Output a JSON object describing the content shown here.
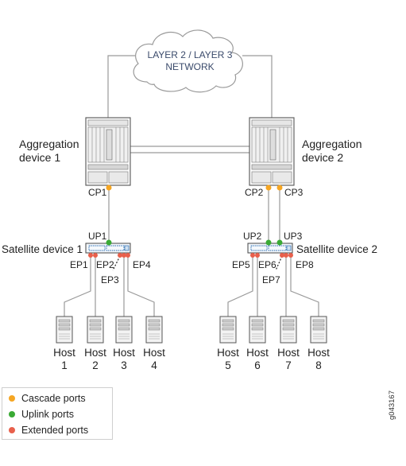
{
  "diagram": {
    "network": {
      "line1": "LAYER 2 / LAYER 3",
      "line2": "NETWORK"
    },
    "aggregation": [
      {
        "line1": "Aggregation",
        "line2": "device 1"
      },
      {
        "line1": "Aggregation",
        "line2": "device 2"
      }
    ],
    "satellites": [
      "Satellite device 1",
      "Satellite device 2"
    ],
    "port_labels": {
      "cp1": "CP1",
      "cp2": "CP2",
      "cp3": "CP3",
      "up1": "UP1",
      "up2": "UP2",
      "up3": "UP3",
      "ep1": "EP1",
      "ep2": "EP2",
      "ep3": "EP3",
      "ep4": "EP4",
      "ep5": "EP5",
      "ep6": "EP6",
      "ep7": "EP7",
      "ep8": "EP8"
    },
    "hosts": [
      {
        "label": "Host",
        "num": "1"
      },
      {
        "label": "Host",
        "num": "2"
      },
      {
        "label": "Host",
        "num": "3"
      },
      {
        "label": "Host",
        "num": "4"
      },
      {
        "label": "Host",
        "num": "5"
      },
      {
        "label": "Host",
        "num": "6"
      },
      {
        "label": "Host",
        "num": "7"
      },
      {
        "label": "Host",
        "num": "8"
      }
    ]
  },
  "legend": [
    {
      "label": "Cascade ports",
      "color": "#f5a623"
    },
    {
      "label": "Uplink ports",
      "color": "#3aaa35"
    },
    {
      "label": "Extended ports",
      "color": "#e8604c"
    }
  ],
  "figure_id": "g043167",
  "colors": {
    "cascade": "#f5a623",
    "uplink": "#3aaa35",
    "extended": "#e8604c",
    "line": "#9a9a9a"
  }
}
